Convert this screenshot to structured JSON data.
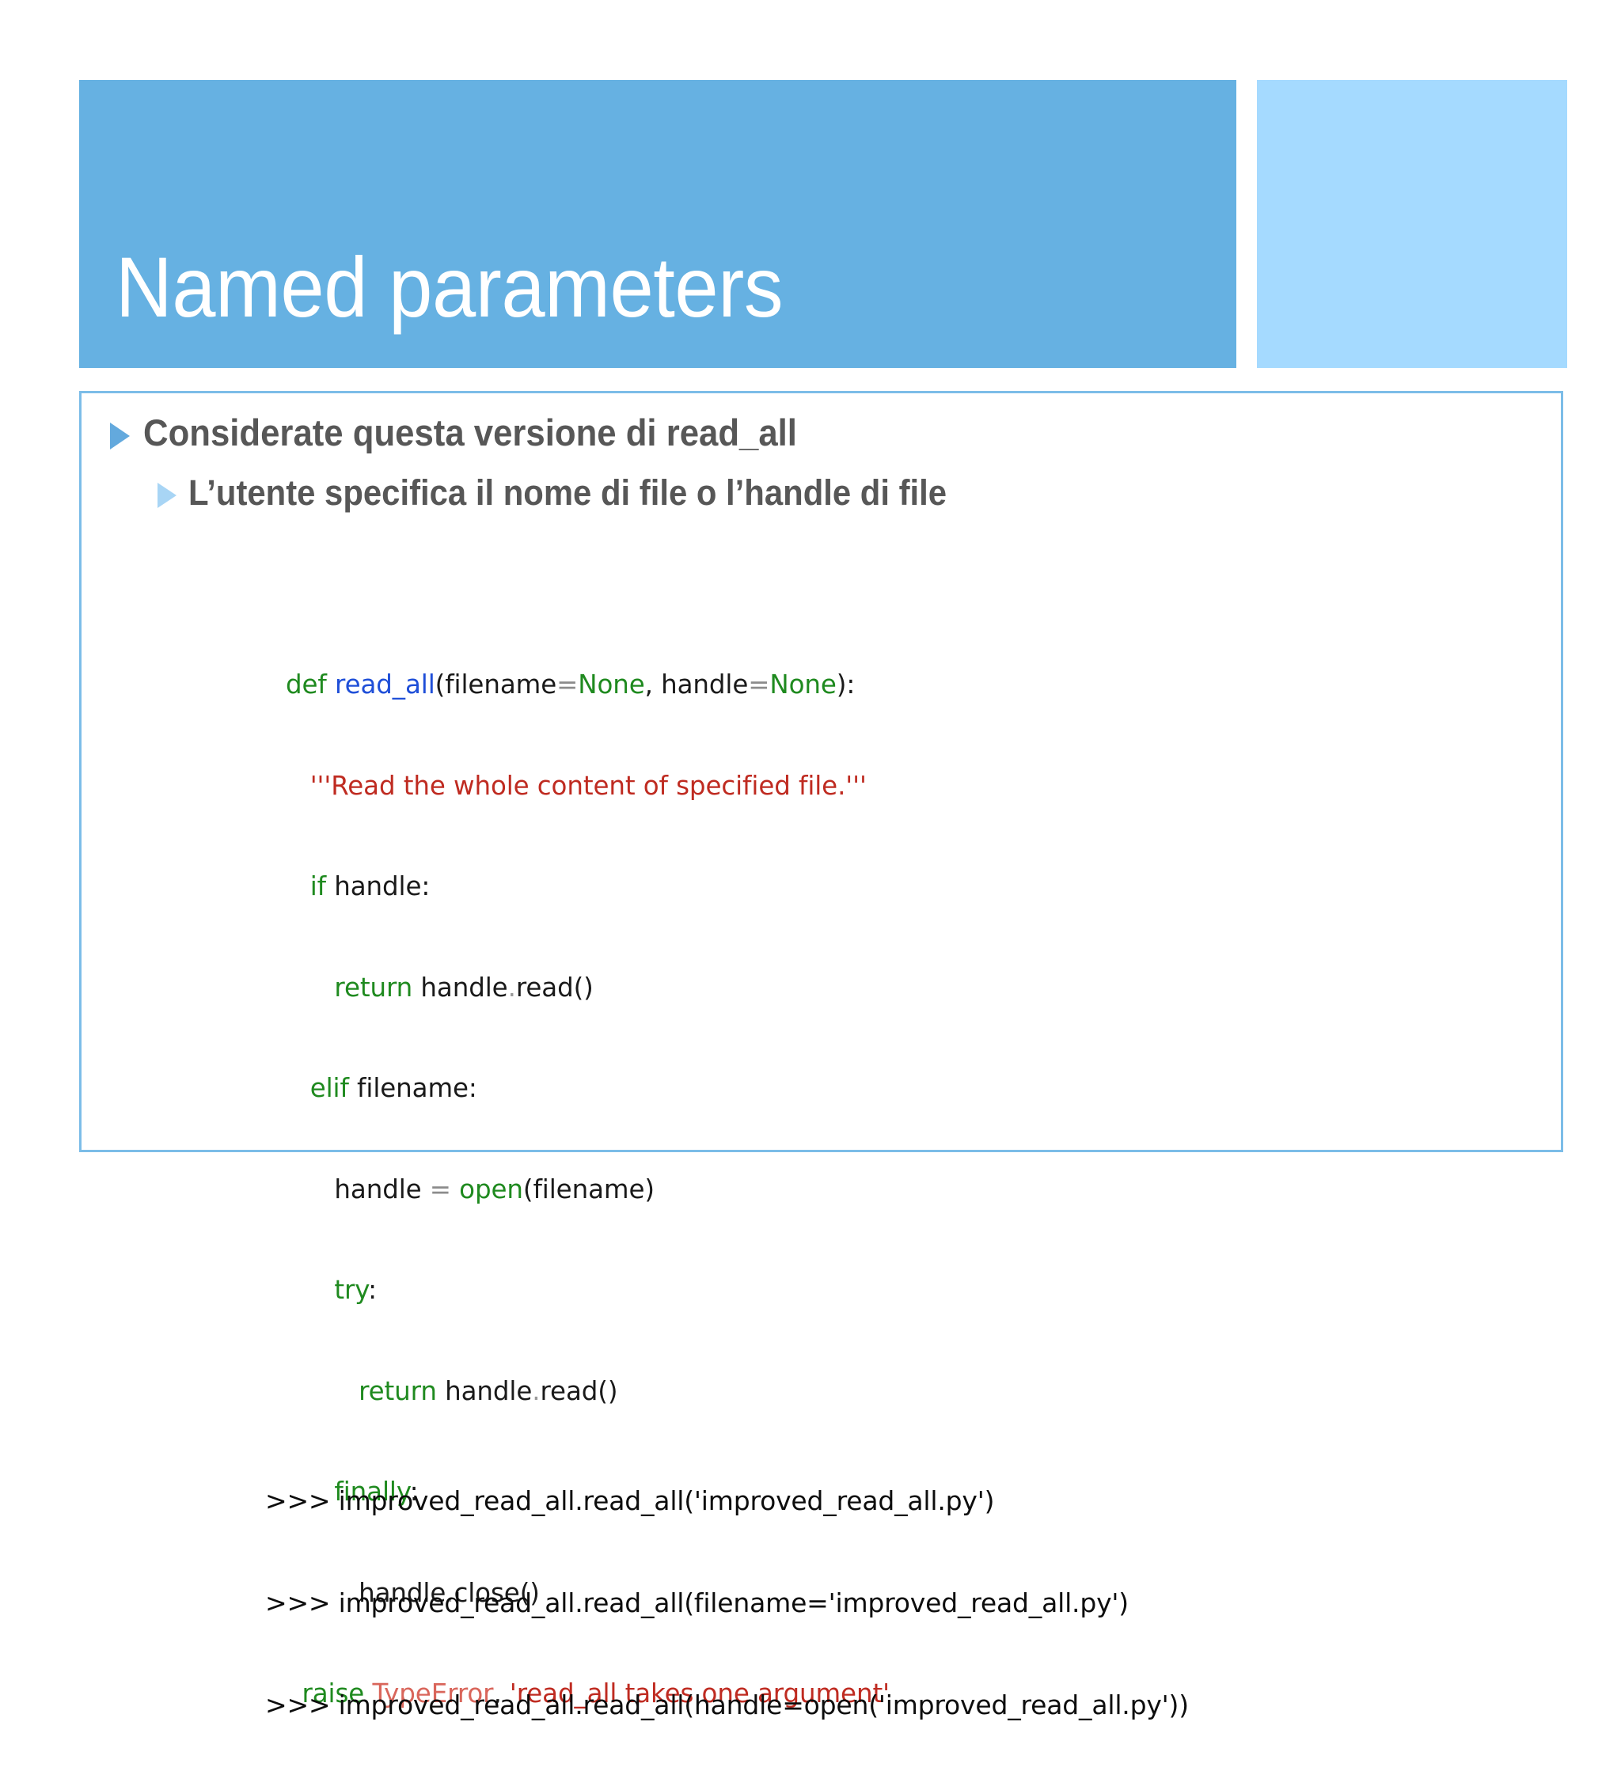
{
  "slide": {
    "title": "Named parameters",
    "colors": {
      "banner": "#66b1e2",
      "accent_square": "#a5daff",
      "content_border": "#7cbde8",
      "bullet_marker_level1": "#63a9dd",
      "bullet_marker_level2": "#a8d5f5",
      "bullet_text": "#575757",
      "code_keyword": "#1f8a1f",
      "code_function": "#1f4fd8",
      "code_string": "#bf2b21",
      "code_exception": "#d9665b",
      "code_operator": "#8c8c8c",
      "code_plain": "#1a1a1a"
    },
    "bullets": [
      {
        "level": 1,
        "text": "Considerate questa versione di read_all"
      },
      {
        "level": 2,
        "text": "L’utente specifica il nome di file o l’handle di file"
      }
    ],
    "code": {
      "language": "python",
      "lines": [
        "def read_all(filename=None, handle=None):",
        "    '''Read the whole content of specified file.'''",
        "    if handle:",
        "        return handle.read()",
        "    elif filename:",
        "        handle = open(filename)",
        "        try:",
        "            return handle.read()",
        "        finally:",
        "            handle.close()",
        "    raise TypeError, 'read_all takes one argument'"
      ]
    },
    "repl": {
      "lines": [
        ">>> improved_read_all.read_all('improved_read_all.py')",
        ">>> improved_read_all.read_all(filename='improved_read_all.py')",
        ">>> improved_read_all.read_all(handle=open('improved_read_all.py'))"
      ]
    }
  }
}
